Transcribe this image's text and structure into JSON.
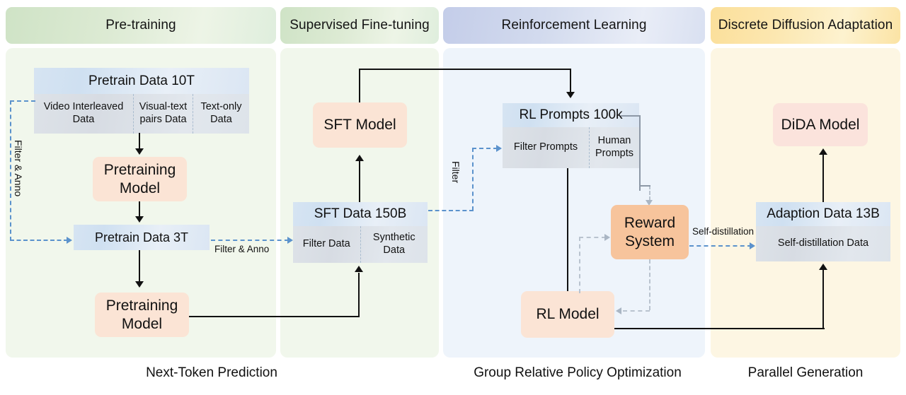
{
  "stages": [
    {
      "id": "pretraining",
      "title": "Pre-training",
      "caption": "Next-Token Prediction"
    },
    {
      "id": "sft",
      "title": "Supervised Fine-tuning",
      "caption": ""
    },
    {
      "id": "rl",
      "title": "Reinforcement Learning",
      "caption": "Group Relative Policy Optimization"
    },
    {
      "id": "dida",
      "title": "Discrete Diffusion Adaptation",
      "caption": "Parallel Generation"
    }
  ],
  "blocks": {
    "pretrain_data_10t": {
      "header": "Pretrain Data  10T",
      "cells": [
        "Video Interleaved Data",
        "Visual-text pairs Data",
        "Text-only Data"
      ]
    },
    "pretraining_model_1": "Pretraining Model",
    "pretrain_data_3t": "Pretrain Data 3T",
    "pretraining_model_2": "Pretraining Model",
    "sft_model": "SFT Model",
    "sft_data": {
      "header": "SFT Data  150B",
      "cells": [
        "Filter Data",
        "Synthetic Data"
      ]
    },
    "rl_prompts": {
      "header": "RL Prompts  100k",
      "cells": [
        "Filter Prompts",
        "Human Prompts"
      ]
    },
    "reward_system": "Reward System",
    "rl_model": "RL Model",
    "dida_model": "DiDA Model",
    "adaption_data": {
      "header": "Adaption Data 13B",
      "cells": [
        "Self-distillation Data"
      ]
    }
  },
  "edge_labels": {
    "filter_anno_vertical": "Filter & Anno",
    "filter_anno_horizontal": "Filter & Anno",
    "filter_vertical": "Filter",
    "self_distillation": "Self-distillation"
  },
  "colors": {
    "green_header": "#cfe3c6",
    "blue_header": "#c4cde9",
    "yellow_header": "#fbdf9a",
    "green_panel": "#f1f7ec",
    "blue_panel": "#eef4fb",
    "yellow_panel": "#fdf6e3",
    "model_box": "#fbe4d5",
    "reward_box": "#f7c49c",
    "data_header": "#d6e4f2",
    "data_body": "#dde2e8",
    "dashed_blue": "#5b92cc",
    "dashed_grey": "#b9c3cf",
    "solid_arrow": "#111111"
  }
}
